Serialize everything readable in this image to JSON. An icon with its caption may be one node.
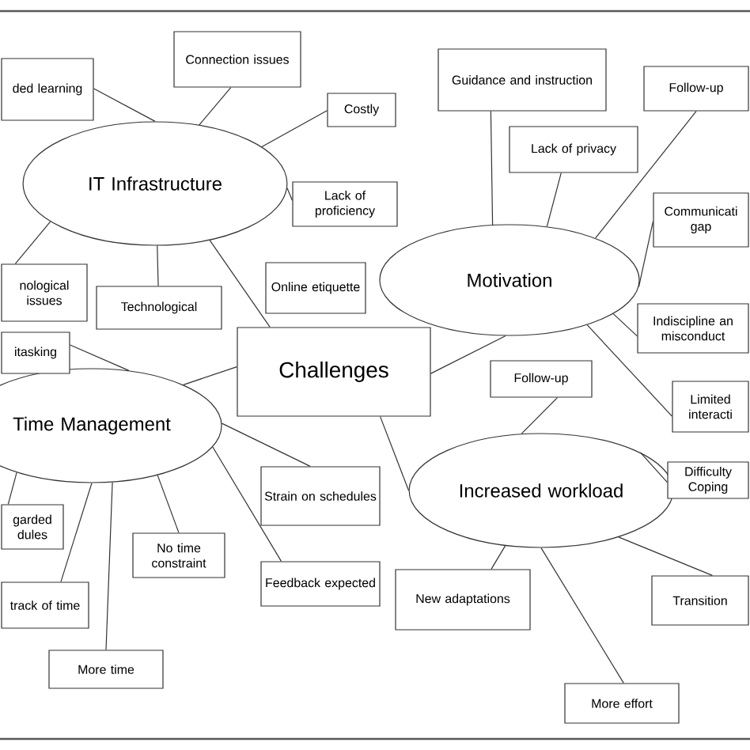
{
  "diagram": {
    "nodes": [
      {
        "text": [
          "Challenges"
        ]
      },
      {
        "text": [
          "IT Infrastructure"
        ]
      },
      {
        "text": [
          "Motivation"
        ]
      },
      {
        "text": [
          "Time Management"
        ]
      },
      {
        "text": [
          "Increased workload"
        ]
      },
      {
        "text": [
          "ded learning"
        ]
      },
      {
        "text": [
          "Connection issues"
        ]
      },
      {
        "text": [
          "Costly"
        ]
      },
      {
        "text": [
          "Lack of proficiency"
        ]
      },
      {
        "text": [
          "nological issues"
        ]
      },
      {
        "text": [
          "Technological"
        ]
      },
      {
        "text": [
          "Online etiquette"
        ]
      },
      {
        "text": [
          "Guidance and instruction"
        ]
      },
      {
        "text": [
          "Lack of privacy"
        ]
      },
      {
        "text": [
          "Follow-up"
        ]
      },
      {
        "text": [
          "Communicati gap"
        ]
      },
      {
        "text": [
          "Indiscipline an misconduct"
        ]
      },
      {
        "text": [
          "Limited interacti"
        ]
      },
      {
        "text": [
          "Follow-up"
        ]
      },
      {
        "text": [
          "Difficulty Coping"
        ]
      },
      {
        "text": [
          "New adaptations"
        ]
      },
      {
        "text": [
          "Transition"
        ]
      },
      {
        "text": [
          "More effort"
        ]
      },
      {
        "text": [
          "itasking"
        ]
      },
      {
        "text": [
          "garded dules"
        ]
      },
      {
        "text": [
          "track of time"
        ]
      },
      {
        "text": [
          "More time"
        ]
      },
      {
        "text": [
          "No time constraint"
        ]
      },
      {
        "text": [
          "Strain on schedules"
        ]
      },
      {
        "text": [
          "Feedback expected"
        ]
      }
    ],
    "edges": [
      {
        "from": 0,
        "to": 1,
        "arrow": "none"
      },
      {
        "from": 0,
        "to": 3,
        "arrow": "none"
      },
      {
        "from": 0,
        "to": 2,
        "arrow": "none"
      },
      {
        "from": 0,
        "to": 4,
        "arrow": "none"
      },
      {
        "from": 1,
        "to": 5,
        "arrow": "none"
      },
      {
        "from": 1,
        "to": 6,
        "arrow": "none"
      },
      {
        "from": 1,
        "to": 7,
        "arrow": "none"
      },
      {
        "from": 1,
        "to": 8,
        "arrow": "none"
      },
      {
        "from": 1,
        "to": 9,
        "arrow": "none"
      },
      {
        "from": 1,
        "to": 10,
        "arrow": "none"
      },
      {
        "from": 2,
        "to": 12,
        "arrow": "none"
      },
      {
        "from": 2,
        "to": 13,
        "arrow": "none"
      },
      {
        "from": 2,
        "to": 14,
        "arrow": "none"
      },
      {
        "from": 2,
        "to": 15,
        "arrow": "none"
      },
      {
        "from": 2,
        "to": 16,
        "arrow": "none"
      },
      {
        "from": 2,
        "to": 17,
        "arrow": "none"
      },
      {
        "from": 4,
        "to": 18,
        "arrow": "none"
      },
      {
        "from": 4,
        "to": 19,
        "arrow": "none"
      },
      {
        "from": 4,
        "to": 20,
        "arrow": "none"
      },
      {
        "from": 4,
        "to": 21,
        "arrow": "none"
      },
      {
        "from": 4,
        "to": 22,
        "arrow": "none"
      },
      {
        "from": 3,
        "to": 23,
        "arrow": "none"
      },
      {
        "from": 3,
        "to": 24,
        "arrow": "none"
      },
      {
        "from": 3,
        "to": 25,
        "arrow": "none"
      },
      {
        "from": 3,
        "to": 26,
        "arrow": "none"
      },
      {
        "from": 3,
        "to": 27,
        "arrow": "none"
      },
      {
        "from": 3,
        "to": 28,
        "arrow": "none"
      },
      {
        "from": 3,
        "to": 29,
        "arrow": "none"
      }
    ]
  }
}
